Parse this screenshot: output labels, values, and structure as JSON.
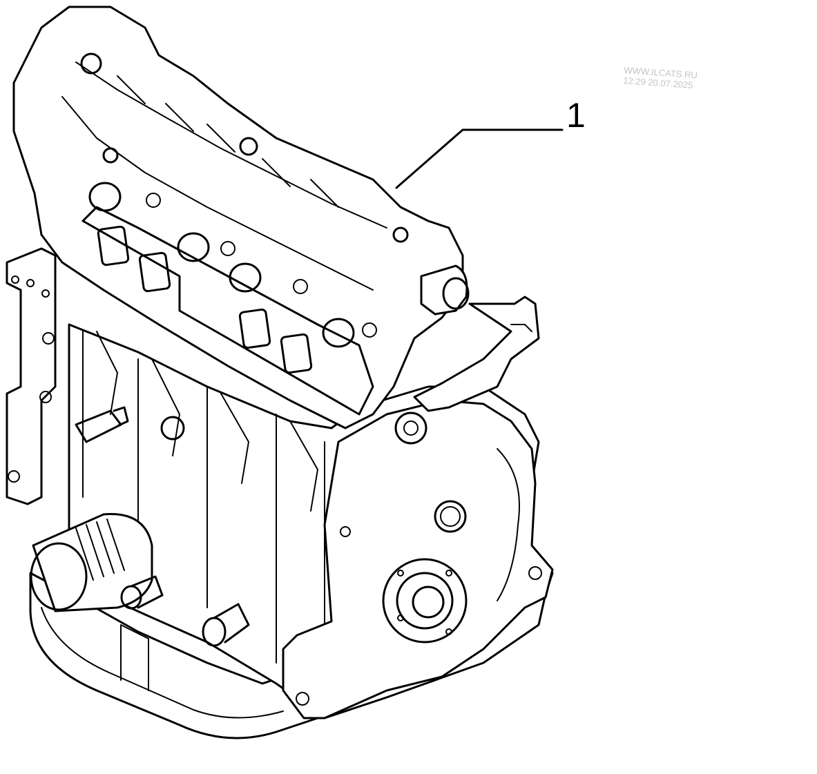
{
  "watermark": {
    "site": "WWW.ILCATS.RU",
    "timestamp": "12:29 20.07.2025"
  },
  "callouts": [
    {
      "number": "1"
    }
  ],
  "colors": {
    "line": "#000000",
    "background": "#ffffff",
    "watermark": "#c4c4c4"
  }
}
